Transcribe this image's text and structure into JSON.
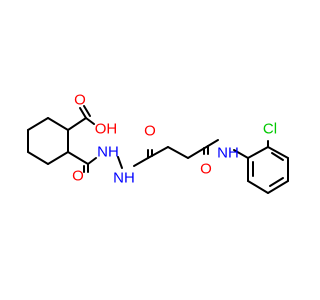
{
  "molecule": {
    "atom_labels": {
      "carboxyl_oxygen": "O",
      "carboxyl_hydroxyl": "OH",
      "amide_oxygen_1": "O",
      "hydrazide_nh_1": "NH",
      "hydrazide_nh_2": "NH",
      "amide_oxygen_2": "O",
      "amide_oxygen_3": "O",
      "anilide_nh": "NH",
      "chlorine": "Cl"
    },
    "colors": {
      "bond": "#000000",
      "oxygen": "#ff0000",
      "nitrogen": "#0000ff",
      "chlorine": "#00c800",
      "background": "#ffffff"
    }
  }
}
